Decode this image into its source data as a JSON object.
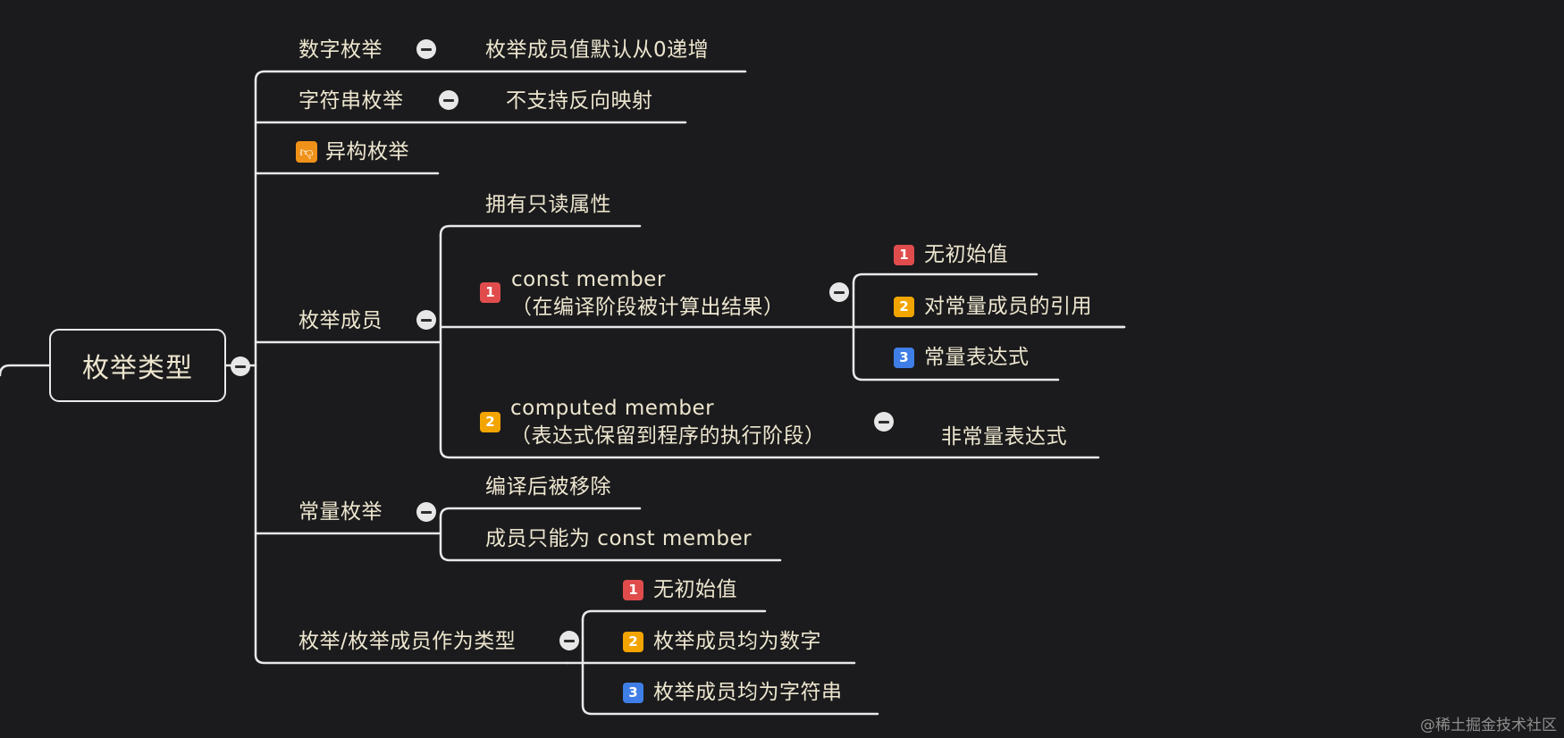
{
  "mindmap": {
    "root": "枚举类型",
    "branches": {
      "numeric": {
        "label": "数字枚举",
        "child": "枚举成员值默认从0递增"
      },
      "string": {
        "label": "字符串枚举",
        "child": "不支持反向映射"
      },
      "hetero": {
        "label": "异构枚举",
        "marker": "thumbs-down-icon"
      },
      "members": {
        "label": "枚举成员",
        "readonly": "拥有只读属性",
        "const": {
          "badge": "1",
          "line1": "const member",
          "line2": "（在编译阶段被计算出结果）",
          "children": [
            {
              "badge": "1",
              "label": "无初始值"
            },
            {
              "badge": "2",
              "label": "对常量成员的引用"
            },
            {
              "badge": "3",
              "label": "常量表达式"
            }
          ]
        },
        "computed": {
          "badge": "2",
          "line1": "computed member",
          "line2": "（表达式保留到程序的执行阶段）",
          "child": "非常量表达式"
        }
      },
      "constEnum": {
        "label": "常量枚举",
        "children": [
          "编译后被移除",
          "成员只能为 const member"
        ]
      },
      "asType": {
        "label": "枚举/枚举成员作为类型",
        "children": [
          {
            "badge": "1",
            "label": "无初始值"
          },
          {
            "badge": "2",
            "label": "枚举成员均为数字"
          },
          {
            "badge": "3",
            "label": "枚举成员均为字符串"
          }
        ]
      }
    }
  },
  "watermark": "@稀土掘金技术社区",
  "colors": {
    "background": "#1b1b1d",
    "text": "#ede6cf",
    "line": "#e9e9e9",
    "badge_red": "#e04c4c",
    "badge_yellow": "#f2a400",
    "badge_blue": "#3f7ee6",
    "marker_orange": "#f09219"
  }
}
